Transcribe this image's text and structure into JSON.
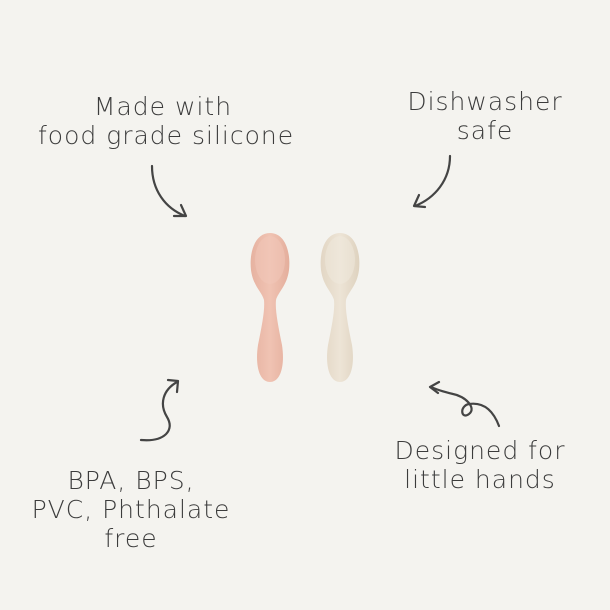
{
  "features": [
    {
      "id": "material",
      "lines": [
        "Made with",
        "food grade silicone"
      ]
    },
    {
      "id": "dishwasher",
      "lines": [
        "Dishwasher",
        "safe"
      ]
    },
    {
      "id": "free",
      "lines": [
        "BPA, BPS,",
        "PVC, Phthalate",
        "free"
      ]
    },
    {
      "id": "hands",
      "lines": [
        "Designed for",
        "little hands"
      ]
    }
  ],
  "product": {
    "spoons": [
      {
        "color_name": "blush",
        "color": "#ecbcab"
      },
      {
        "color_name": "shifting sand",
        "color": "#e9dfcf"
      }
    ]
  },
  "colors": {
    "background": "#f4f3ef",
    "text": "#3c3c3c"
  }
}
